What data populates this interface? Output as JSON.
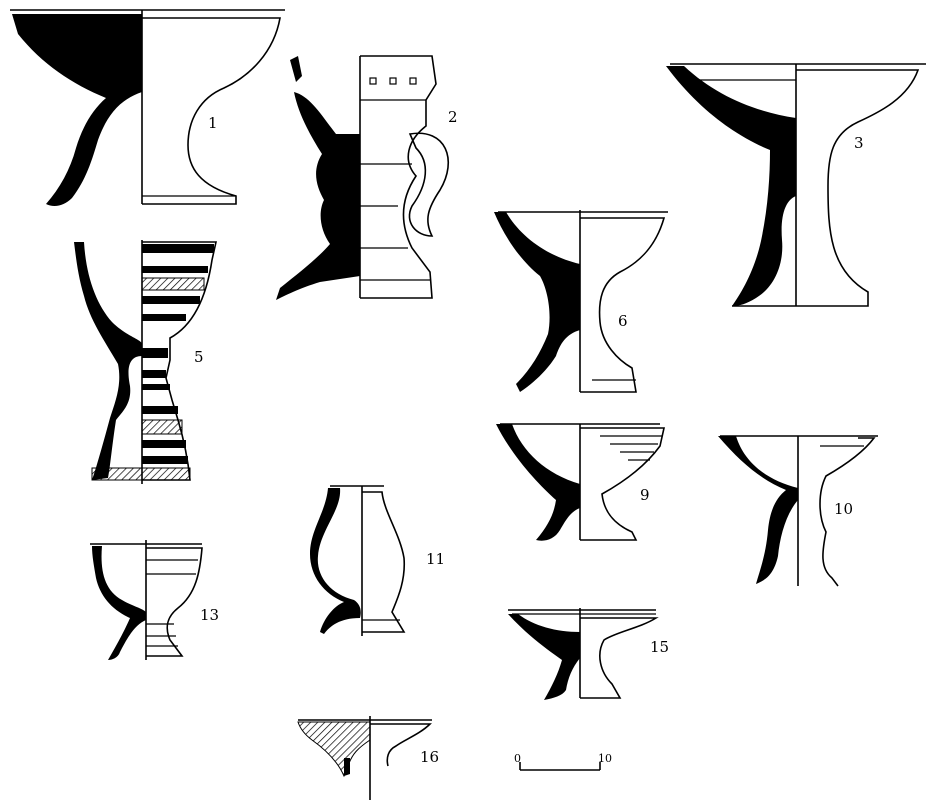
{
  "figure": {
    "labels": [
      "1",
      "2",
      "3",
      "5",
      "6",
      "9",
      "10",
      "11",
      "13",
      "15",
      "16"
    ],
    "scale": {
      "start": "0",
      "end": "10"
    }
  }
}
